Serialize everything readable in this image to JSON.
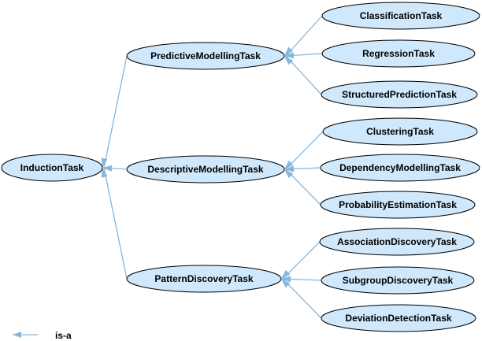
{
  "colors": {
    "node_fill": "#cfe8fb",
    "node_stroke": "#000000",
    "edge": "#86b7dd"
  },
  "nodes": {
    "induction": "InductionTask",
    "predictive": "PredictiveModellingTask",
    "descriptive": "DescriptiveModellingTask",
    "pattern": "PatternDiscoveryTask",
    "classification": "ClassificationTask",
    "regression": "RegressionTask",
    "structured": "StructuredPredictionTask",
    "clustering": "ClusteringTask",
    "dependency": "DependencyModellingTask",
    "probability": "ProbabilityEstimationTask",
    "association": "AssociationDiscoveryTask",
    "subgroup": "SubgroupDiscoveryTask",
    "deviation": "DeviationDetectionTask"
  },
  "edges": [
    {
      "from": "predictive",
      "to": "induction",
      "label": "is-a"
    },
    {
      "from": "descriptive",
      "to": "induction",
      "label": "is-a"
    },
    {
      "from": "pattern",
      "to": "induction",
      "label": "is-a"
    },
    {
      "from": "classification",
      "to": "predictive",
      "label": "is-a"
    },
    {
      "from": "regression",
      "to": "predictive",
      "label": "is-a"
    },
    {
      "from": "structured",
      "to": "predictive",
      "label": "is-a"
    },
    {
      "from": "clustering",
      "to": "descriptive",
      "label": "is-a"
    },
    {
      "from": "dependency",
      "to": "descriptive",
      "label": "is-a"
    },
    {
      "from": "probability",
      "to": "descriptive",
      "label": "is-a"
    },
    {
      "from": "association",
      "to": "pattern",
      "label": "is-a"
    },
    {
      "from": "subgroup",
      "to": "pattern",
      "label": "is-a"
    },
    {
      "from": "deviation",
      "to": "pattern",
      "label": "is-a"
    }
  ],
  "legend": {
    "label": "is-a"
  }
}
